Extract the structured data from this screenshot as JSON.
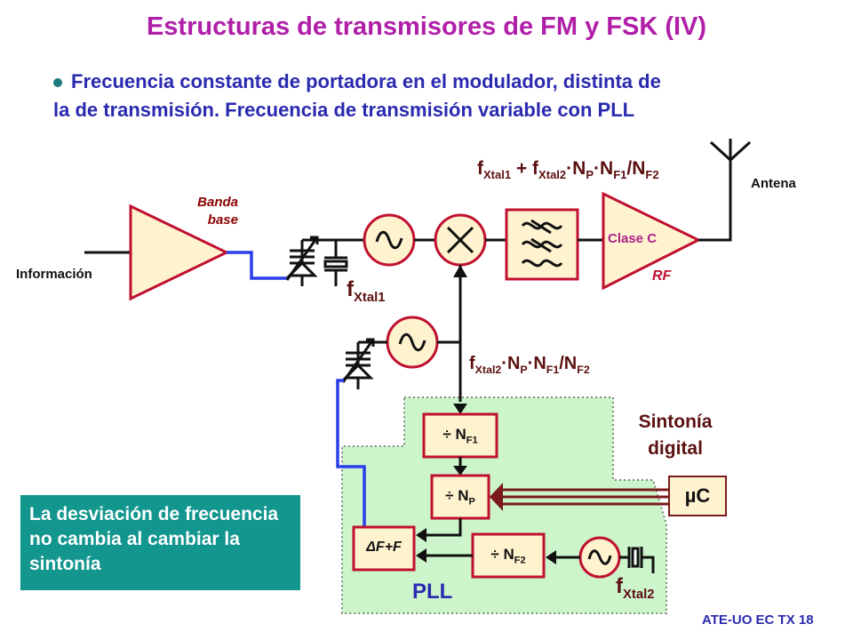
{
  "title": "Estructuras de transmisores de FM y FSK (IV)",
  "bullet": {
    "line1": "Frecuencia constante de portadora en el modulador, distinta de",
    "line2": "la de transmisión. Frecuencia de transmisión variable con PLL"
  },
  "labels": {
    "informacion": "Información",
    "banda": "Banda",
    "base": "base",
    "antena": "Antena",
    "clase_c": "Clase C",
    "rf": "RF",
    "sintonia": "Sintonía",
    "digital": "digital",
    "pll": "PLL",
    "uc": "µC",
    "footer": "ATE-UO EC TX 18"
  },
  "formulas": {
    "top": {
      "p1": "f",
      "s1": "Xtal1",
      "p2": " + f",
      "s2": "Xtal2",
      "p3": "·N",
      "s3": "P",
      "p4": "·N",
      "s4": "F1",
      "p5": "/N",
      "s5": "F2"
    },
    "mid": {
      "p1": "f",
      "s1": "Xtal2",
      "p2": "·N",
      "s2": "P",
      "p3": "·N",
      "s3": "F1",
      "p4": "/N",
      "s4": "F2"
    },
    "fx1": {
      "p": "f",
      "s": "Xtal1"
    },
    "fx2": {
      "p": "f",
      "s": "Xtal2"
    }
  },
  "blocks": {
    "nf1": {
      "div": "÷ N",
      "sub": "F1"
    },
    "np": {
      "div": "÷ N",
      "sub": "P"
    },
    "nf2": {
      "div": "÷ N",
      "sub": "F2"
    },
    "df": "ΔF+F"
  },
  "note": "La desviación de frecuencia no cambia al cambiar la sintonía",
  "colors": {
    "title": "#b01fa8",
    "bullet": "#2a2ab0",
    "block_fill": "#fff3cf",
    "block_border": "#c01030",
    "pll_bg": "#ccf5cc",
    "note_bg": "#12968e",
    "control_wire": "#2a3ee8"
  }
}
